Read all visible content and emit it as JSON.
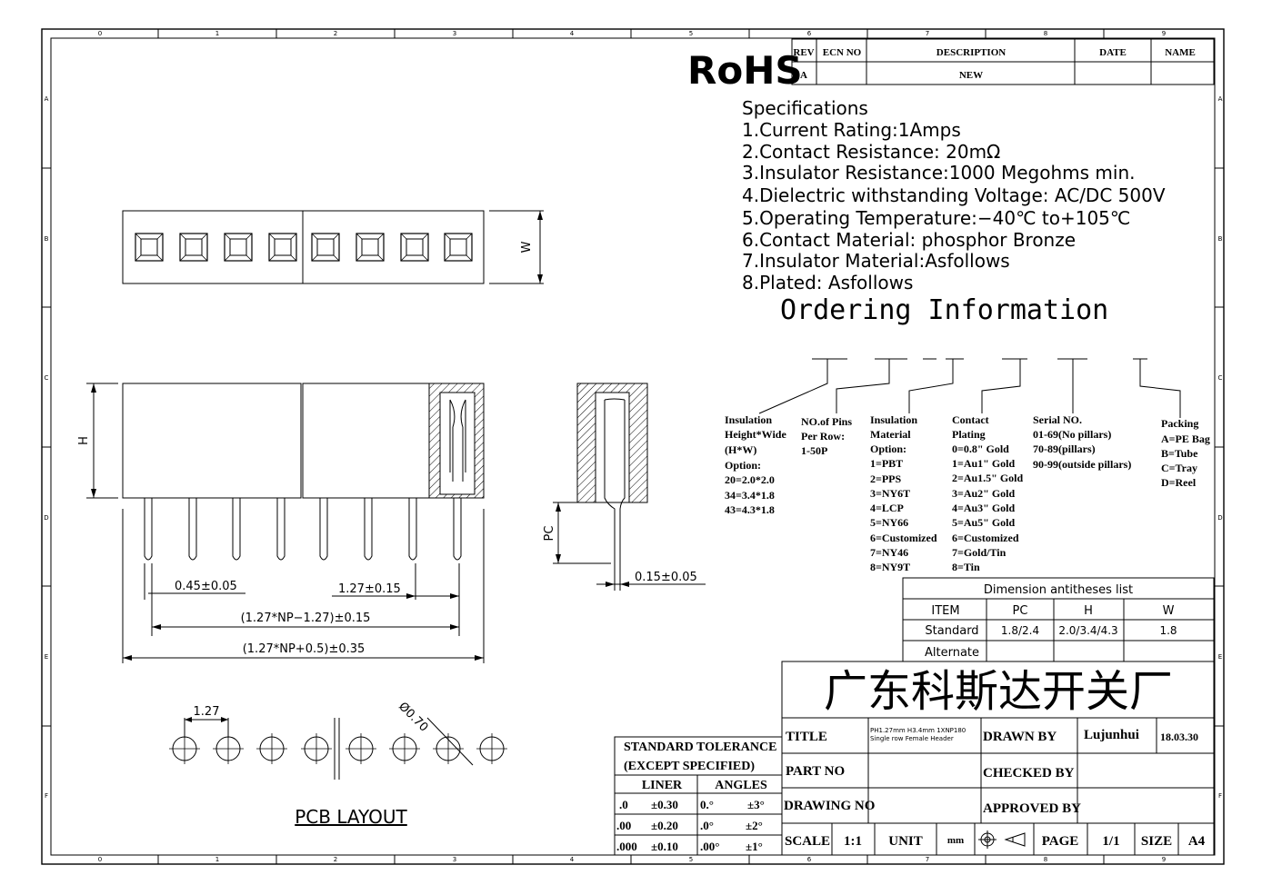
{
  "border": {
    "columns": [
      "0",
      "1",
      "2",
      "3",
      "4",
      "5",
      "6",
      "7",
      "8",
      "9"
    ],
    "rows": [
      "A",
      "B",
      "C",
      "D",
      "E",
      "F"
    ]
  },
  "rohs_mark": "RoHS",
  "revision_table": {
    "headers": [
      "REV",
      "ECN NO",
      "DESCRIPTION",
      "DATE",
      "NAME"
    ],
    "row": [
      "A",
      "",
      "NEW",
      "",
      ""
    ]
  },
  "specifications": {
    "heading": "Specifications",
    "items": [
      "1.Current  Rating:1Amps",
      "2.Contact  Resistance: 20mΩ",
      "3.Insulator  Resistance:1000  Megohms  min.",
      "4.Dielectric  withstanding  Voltage: AC/DC  500V",
      "5.Operating  Temperature:−40℃  to+105℃",
      "6.Contact  Material:  phosphor  Bronze",
      "7.Insulator  Material:Asfollows",
      "8.Plated:  Asfollows"
    ]
  },
  "ordering": {
    "title": "Ordering  Information",
    "insulation_height": [
      "Insulation",
      "Height*Wide",
      "(H*W)",
      "Option:",
      "20=2.0*2.0",
      "34=3.4*1.8",
      "43=4.3*1.8"
    ],
    "pins_per_row": [
      "NO.of Pins",
      "Per Row:",
      "1-50P"
    ],
    "insulation_material": [
      "Insulation",
      "Material",
      "Option:",
      "1=PBT",
      "2=PPS",
      "3=NY6T",
      "4=LCP",
      "5=NY66",
      "6=Customized",
      "7=NY46",
      "8=NY9T"
    ],
    "contact_plating": [
      "Contact",
      "Plating",
      "0=0.8\" Gold",
      "1=Au1\" Gold",
      "2=Au1.5\" Gold",
      "3=Au2\" Gold",
      "4=Au3\" Gold",
      "5=Au5\" Gold",
      "6=Customized",
      "7=Gold/Tin",
      "8=Tin"
    ],
    "serial_no": [
      "Serial NO.",
      "01-69(No pillars)",
      "70-89(pillars)",
      "90-99(outside pillars)"
    ],
    "packing": [
      "Packing",
      "A=PE Bag",
      "B=Tube",
      "C=Tray",
      "D=Reel"
    ]
  },
  "dimension_list": {
    "title": "Dimension  antitheses  list",
    "headers": [
      "ITEM",
      "PC",
      "H",
      "W"
    ],
    "rows": [
      [
        "Standard",
        "1.8/2.4",
        "2.0/3.4/4.3",
        "1.8"
      ],
      [
        "Alternate",
        "",
        "",
        ""
      ]
    ]
  },
  "drawing_labels": {
    "w_label": "W",
    "h_label": "H",
    "pc_label": "PC",
    "pin_width": "0.45±0.05",
    "pitch": "1.27±0.15",
    "pin_span": "(1.27*NP−1.27)±0.15",
    "body_length": "(1.27*NP+0.5)±0.35",
    "thickness": "0.15±0.05",
    "pcb_pitch": "1.27",
    "hole_dia": "Ø0.70",
    "pcb_layout": "PCB  LAYOUT"
  },
  "tolerance": {
    "title1": "STANDARD  TOLERANCE",
    "title2": "(EXCEPT   SPECIFIED)",
    "liner": "LINER",
    "angles": "ANGLES",
    "rows": [
      [
        ".0",
        "±0.30",
        "0.°",
        "±3°"
      ],
      [
        ".00",
        "±0.20",
        ".0°",
        "±2°"
      ],
      [
        ".000",
        "±0.10",
        ".00°",
        "±1°"
      ]
    ]
  },
  "title_block": {
    "company": "广东科斯达开关厂",
    "title_label": "TITLE",
    "title_value_1": "PH1.27mm  H3.4mm  1XNP180",
    "title_value_2": "Single  row  Female  Header",
    "drawn_by_label": "DRAWN BY",
    "drawn_by": "Lujunhui",
    "date": "18.03.30",
    "part_no_label": "PART NO",
    "checked_by_label": "CHECKED BY",
    "drawing_no_label": "DRAWING NO",
    "approved_by_label": "APPROVED BY",
    "scale_label": "SCALE",
    "scale": "1:1",
    "unit_label": "UNIT",
    "unit": "mm",
    "page_label": "PAGE",
    "page": "1/1",
    "size_label": "SIZE",
    "size": "A4"
  }
}
